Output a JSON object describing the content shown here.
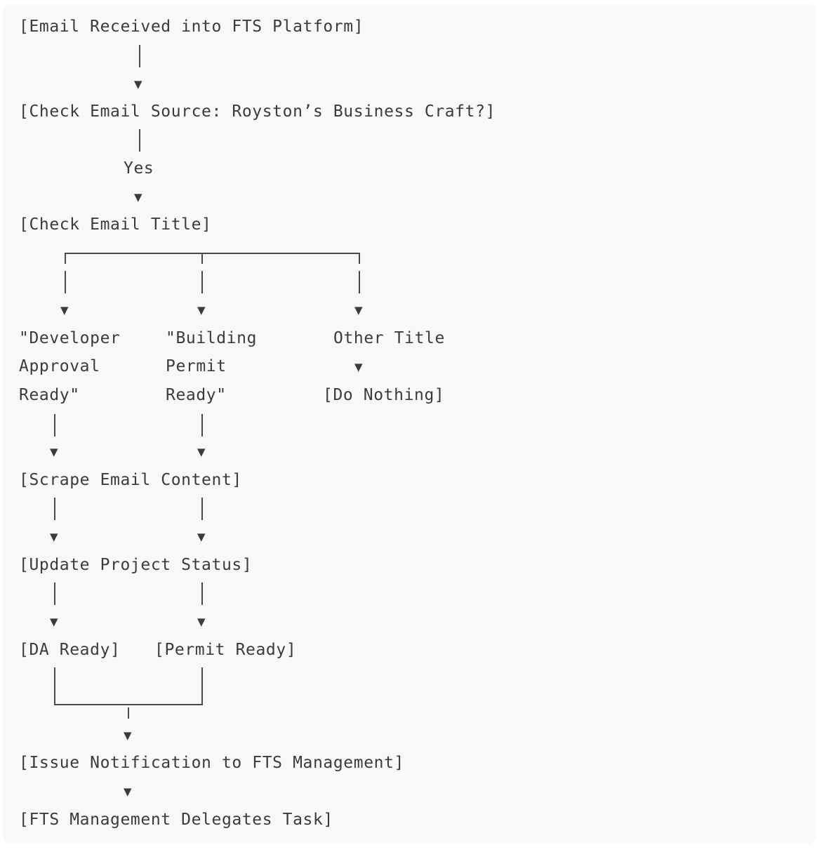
{
  "diagram": {
    "nodes": {
      "email_received": "[Email Received into FTS Platform]",
      "check_source": "[Check Email Source: Royston’s Business Craft?]",
      "yes_label": "Yes",
      "check_title": "[Check Email Title]",
      "developer_title": [
        "\"Developer",
        "Approval",
        "Ready\""
      ],
      "building_title": [
        "\"Building",
        "Permit",
        "Ready\""
      ],
      "other_title": "Other Title",
      "do_nothing": "[Do Nothing]",
      "scrape_content": "[Scrape Email Content]",
      "update_status": "[Update Project Status]",
      "da_ready": "[DA Ready]",
      "permit_ready": "[Permit Ready]",
      "issue_notification": "[Issue Notification to FTS Management]",
      "delegates_task": "[FTS Management Delegates Task]"
    },
    "arrow_glyph": "▼"
  }
}
